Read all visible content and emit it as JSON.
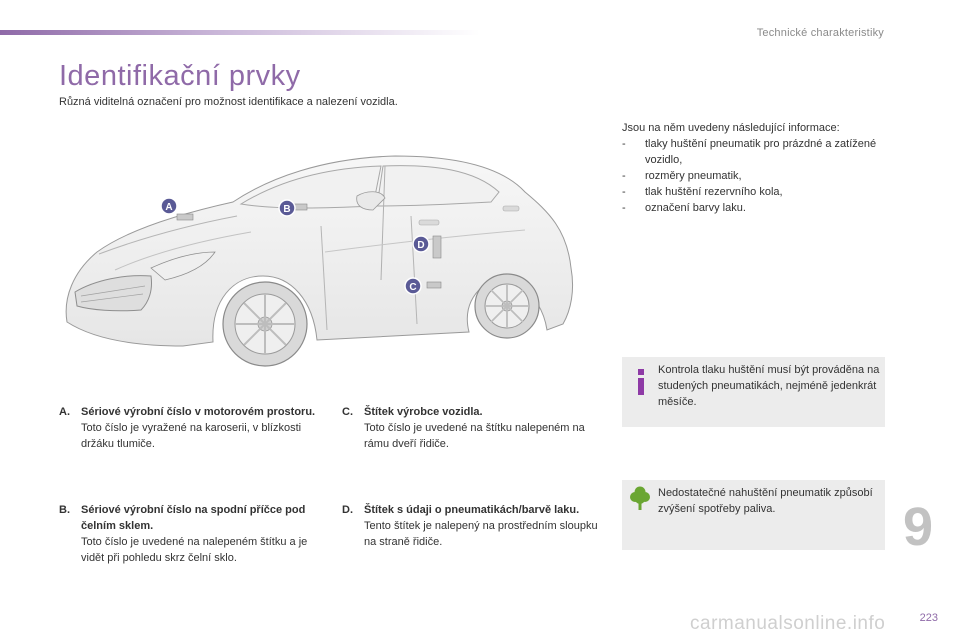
{
  "header": {
    "section": "Technické charakteristiky"
  },
  "page": {
    "title": "Identifikační prvky",
    "subtitle": "Různá viditelná označení pro možnost identifikace a nalezení vozidla."
  },
  "illustration": {
    "markers": [
      "A",
      "B",
      "C",
      "D"
    ],
    "marker_color": "#5a5a96"
  },
  "info": {
    "intro": "Jsou na něm uvedeny následující informace:",
    "items": [
      "tlaky huštění pneumatik pro prázdné a zatížené vozidlo,",
      "rozměry pneumatik,",
      "tlak huštění rezervního kola,",
      "označení barvy laku."
    ]
  },
  "items": {
    "a": {
      "letter": "A.",
      "title": "Sériové výrobní číslo v motorovém prostoru.",
      "text": "Toto číslo je vyražené na karoserii, v blízkosti držáku tlumiče."
    },
    "b": {
      "letter": "B.",
      "title": "Sériové výrobní číslo na spodní příčce pod čelním sklem.",
      "text": "Toto číslo je uvedené na nalepeném štítku a je vidět při pohledu skrz čelní sklo."
    },
    "c": {
      "letter": "C.",
      "title": "Štítek výrobce vozidla.",
      "text": "Toto číslo je uvedené na štítku nalepeném na rámu dveří řidiče."
    },
    "d": {
      "letter": "D.",
      "title": "Štítek s údaji o pneumatikách/barvě laku.",
      "text": "Tento štítek je nalepený na prostředním sloupku na straně řidiče."
    }
  },
  "notes": {
    "info_box": {
      "icon": "info-icon",
      "text": "Kontrola tlaku huštění musí být prováděna na studených pneumatikách, nejméně jedenkrát měsíče."
    },
    "eco_box": {
      "icon": "tree-icon",
      "text": "Nedostatečné nahuštění pneumatik způsobí zvýšení spotřeby paliva."
    }
  },
  "footer": {
    "chapter": "9",
    "page_number": "223",
    "watermark": "carmanualsonline.info"
  },
  "colors": {
    "accent": "#8f6aa8",
    "info_icon": "#8e3aa6",
    "eco_icon": "#6aa632",
    "box_bg": "#ececec"
  }
}
